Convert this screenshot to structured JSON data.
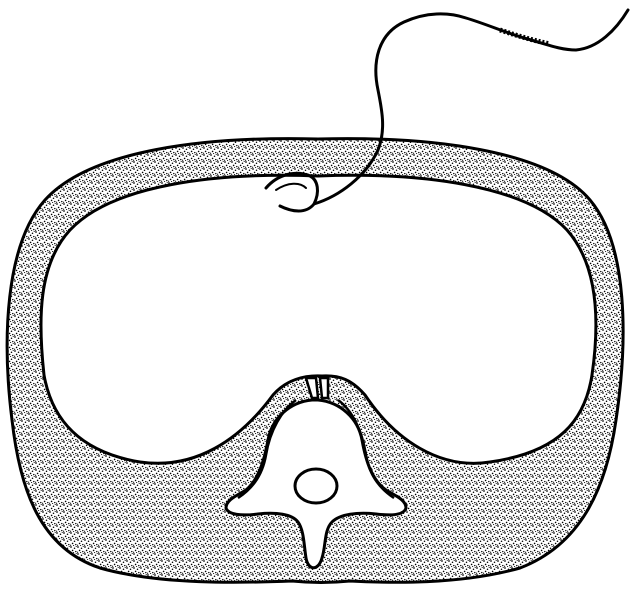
{
  "illustration": {
    "subject": "cross-section",
    "colors": {
      "ink": "#000000",
      "stipple": "#000000",
      "background": "#ffffff",
      "cavity": "#ffffff"
    },
    "parts": [
      "outer-wall",
      "inner-cavity",
      "vertebra",
      "spinal-canal",
      "suture-needle",
      "suture-thread"
    ]
  }
}
